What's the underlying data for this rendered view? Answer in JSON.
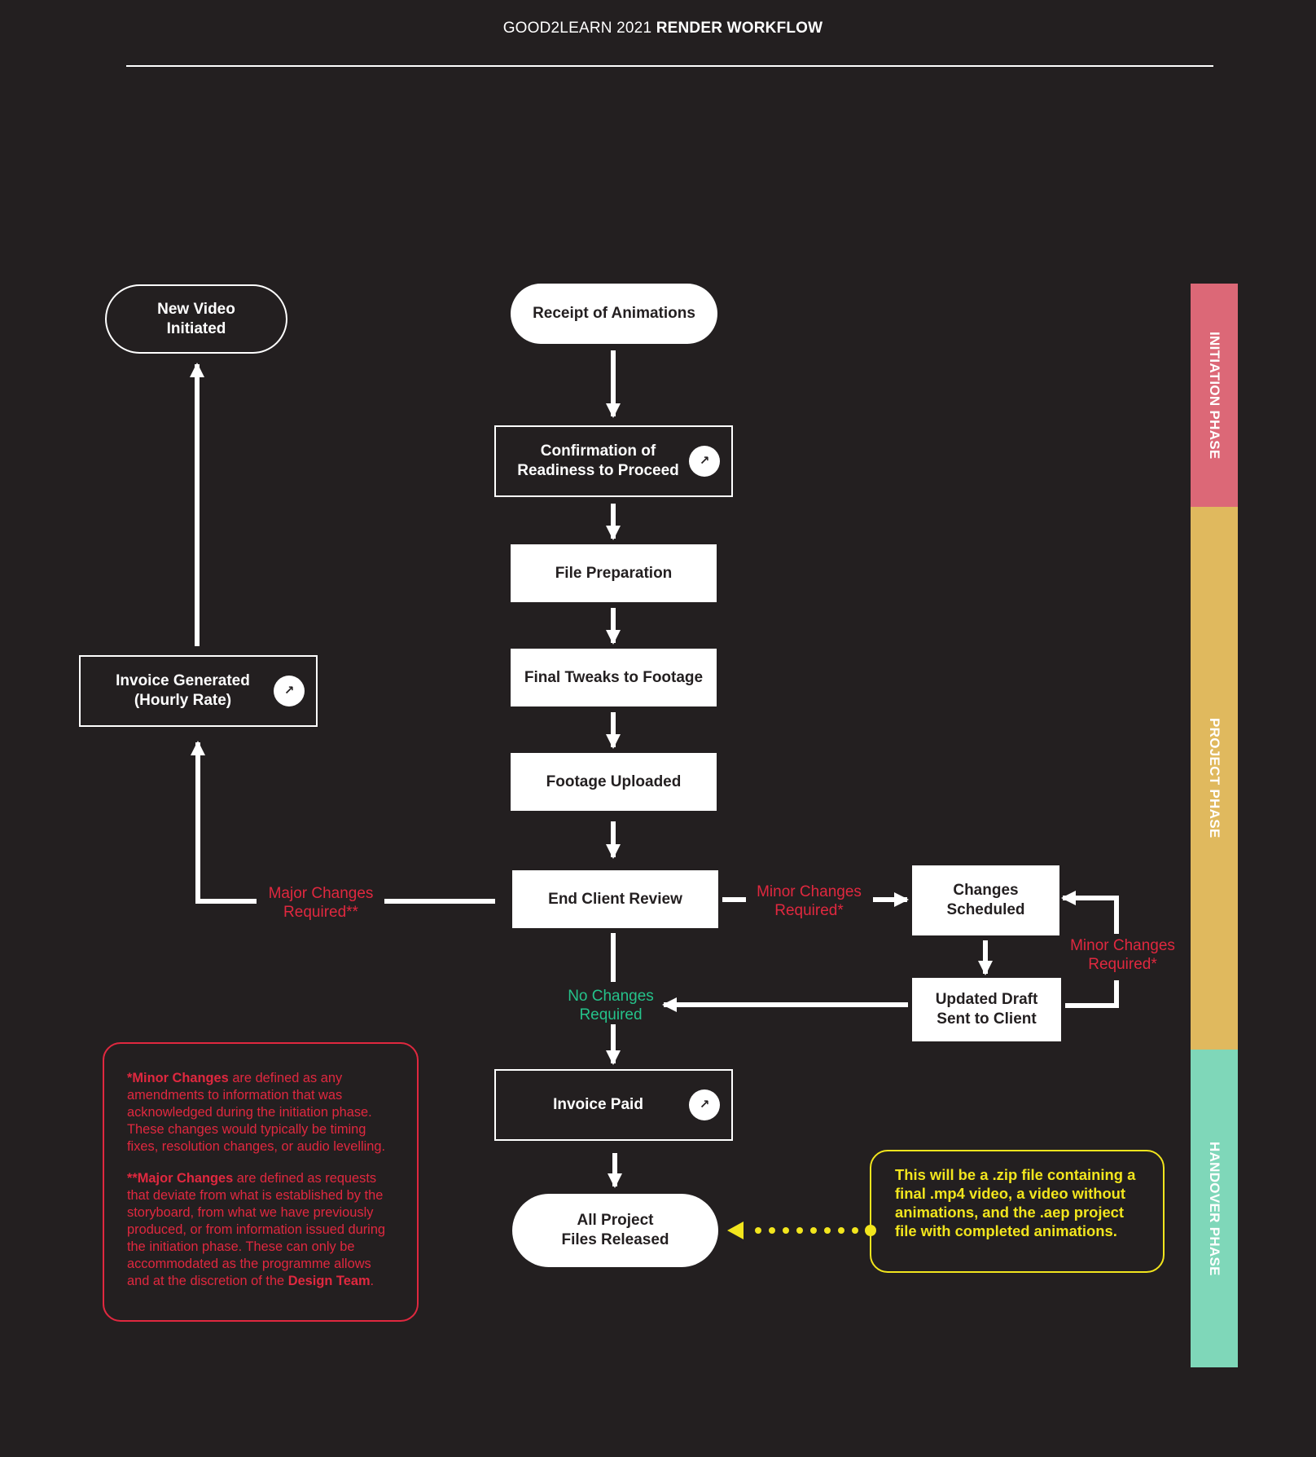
{
  "header": {
    "prefix": "GOOD2LEARN 2021",
    "title": "RENDER WORKFLOW"
  },
  "nodes": {
    "new_video": "New Video\nInitiated",
    "receipt": "Receipt of Animations",
    "confirmation": "Confirmation of\nReadiness to Proceed",
    "file_prep": "File Preparation",
    "final_tweaks": "Final Tweaks to Footage",
    "footage_uploaded": "Footage Uploaded",
    "end_client_review": "End Client Review",
    "changes_scheduled": "Changes\nScheduled",
    "updated_draft": "Updated Draft\nSent to Client",
    "invoice_generated": "Invoice Generated\n(Hourly Rate)",
    "invoice_paid": "Invoice Paid",
    "all_files_released": "All Project\nFiles Released"
  },
  "edge_labels": {
    "major": "Major Changes\nRequired**",
    "minor_right": "Minor Changes\nRequired*",
    "minor_loop": "Minor Changes\nRequired*",
    "no_changes": "No Changes\nRequired"
  },
  "link_icon": "↗",
  "notes": {
    "minor_title": "*Minor Changes",
    "minor_body": " are defined as any amendments to information that was acknowledged during the initiation phase. These changes would typically be timing fixes, resolution changes, or audio levelling.",
    "major_title": "**Major Changes",
    "major_body": " are defined as requests that deviate from what is established by the storyboard, from what we have previously produced, or from information issued during the initiation phase. These can only be accommodated as the programme allows and at the discretion of the ",
    "major_team": "Design Team",
    "major_end": ".",
    "zip": "This will be a .zip file containing a final .mp4 video, a video without animations, and the .aep project file with completed animations."
  },
  "phases": {
    "initiation": "INITIATION PHASE",
    "project": "PROJECT PHASE",
    "handover": "HANDOVER PHASE"
  },
  "colors": {
    "background": "#231f20",
    "red": "#e0283f",
    "green": "#25c28a",
    "yellow": "#f2e51d",
    "initiation": "#dc6877",
    "project": "#e0b95e",
    "handover": "#7fd7b9"
  }
}
